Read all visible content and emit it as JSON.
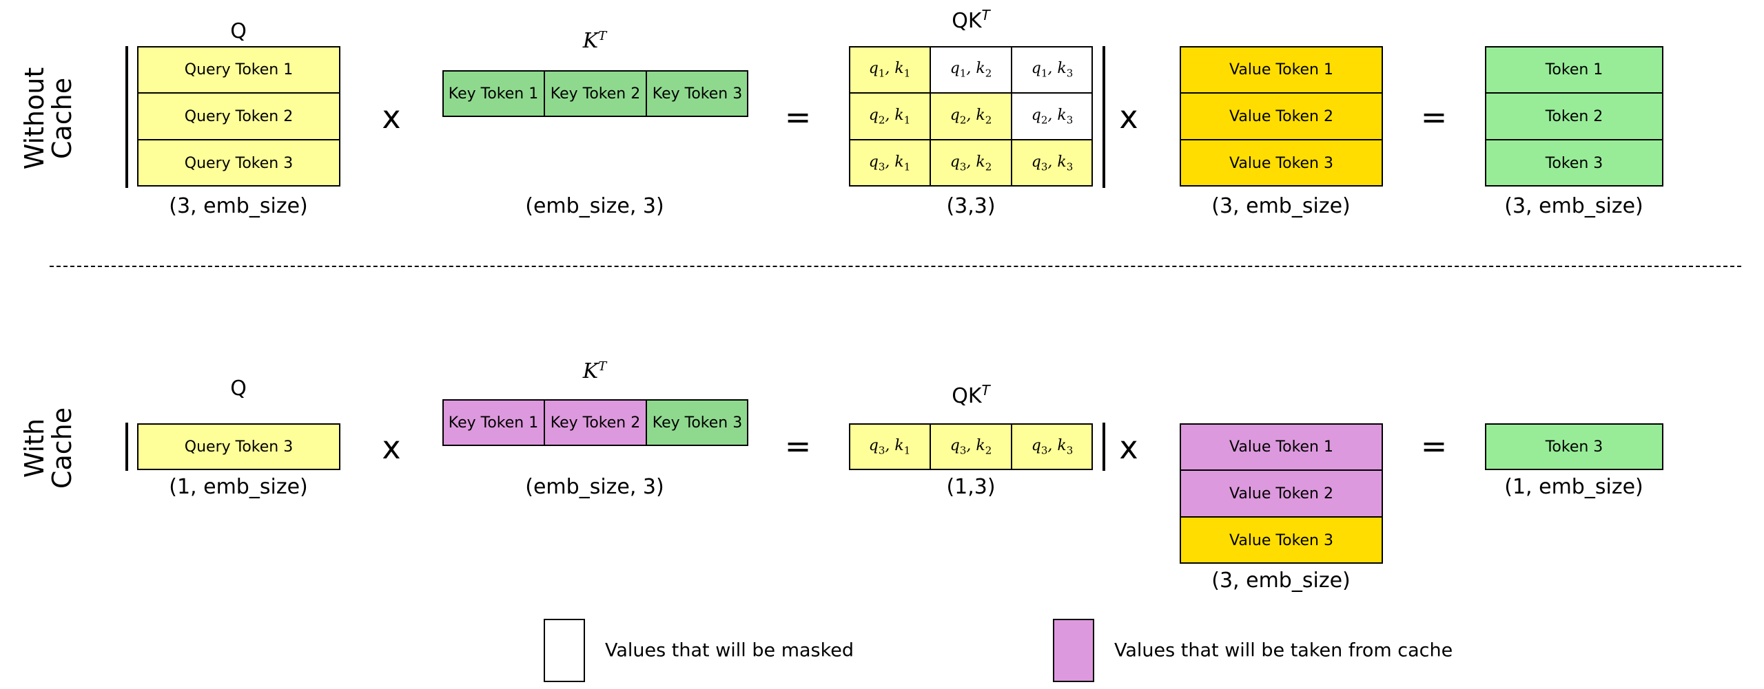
{
  "colors": {
    "query": "#ffff99",
    "key": "#8fd98f",
    "value": "#ffdd00",
    "output": "#98ec98",
    "cached": "#dd99dd",
    "masked": "#ffffff",
    "attention": "#ffff99"
  },
  "without_cache": {
    "row_label": "Without\nCache",
    "row_label_line1": "Without",
    "row_label_line2": "Cache",
    "q": {
      "title": "Q",
      "rows": [
        "Query Token 1",
        "Query Token 2",
        "Query Token 3"
      ],
      "shape": "(3, emb_size)"
    },
    "op1": "x",
    "kt": {
      "title_base": "K",
      "title_sup": "T",
      "cols": [
        {
          "label": "Key Token 1",
          "state": "key"
        },
        {
          "label": "Key Token 2",
          "state": "key"
        },
        {
          "label": "Key Token 3",
          "state": "key"
        }
      ],
      "shape": "(emb_size, 3)"
    },
    "op2": "=",
    "qk": {
      "title_base": "QK",
      "title_sup": "T",
      "cells": [
        [
          {
            "q": "1",
            "k": "1",
            "state": "attention"
          },
          {
            "q": "1",
            "k": "2",
            "state": "masked"
          },
          {
            "q": "1",
            "k": "3",
            "state": "masked"
          }
        ],
        [
          {
            "q": "2",
            "k": "1",
            "state": "attention"
          },
          {
            "q": "2",
            "k": "2",
            "state": "attention"
          },
          {
            "q": "2",
            "k": "3",
            "state": "masked"
          }
        ],
        [
          {
            "q": "3",
            "k": "1",
            "state": "attention"
          },
          {
            "q": "3",
            "k": "2",
            "state": "attention"
          },
          {
            "q": "3",
            "k": "3",
            "state": "attention"
          }
        ]
      ],
      "shape": "(3,3)"
    },
    "op3": "x",
    "v": {
      "rows": [
        {
          "label": "Value Token 1",
          "state": "value"
        },
        {
          "label": "Value Token 2",
          "state": "value"
        },
        {
          "label": "Value Token 3",
          "state": "value"
        }
      ],
      "shape": "(3, emb_size)"
    },
    "op4": "=",
    "out": {
      "rows": [
        "Token 1",
        "Token 2",
        "Token 3"
      ],
      "shape": "(3, emb_size)"
    }
  },
  "with_cache": {
    "row_label_line1": "With",
    "row_label_line2": "Cache",
    "q": {
      "title": "Q",
      "rows": [
        "Query Token 3"
      ],
      "shape": "(1, emb_size)"
    },
    "op1": "x",
    "kt": {
      "title_base": "K",
      "title_sup": "T",
      "cols": [
        {
          "label": "Key Token 1",
          "state": "cached"
        },
        {
          "label": "Key Token 2",
          "state": "cached"
        },
        {
          "label": "Key Token 3",
          "state": "key"
        }
      ],
      "shape": "(emb_size, 3)"
    },
    "op2": "=",
    "qk": {
      "title_base": "QK",
      "title_sup": "T",
      "cells": [
        [
          {
            "q": "3",
            "k": "1",
            "state": "attention"
          },
          {
            "q": "3",
            "k": "2",
            "state": "attention"
          },
          {
            "q": "3",
            "k": "3",
            "state": "attention"
          }
        ]
      ],
      "shape": "(1,3)"
    },
    "op3": "x",
    "v": {
      "rows": [
        {
          "label": "Value Token 1",
          "state": "cached"
        },
        {
          "label": "Value Token 2",
          "state": "cached"
        },
        {
          "label": "Value Token 3",
          "state": "value"
        }
      ],
      "shape": "(3, emb_size)"
    },
    "op4": "=",
    "out": {
      "rows": [
        "Token 3"
      ],
      "shape": "(1, emb_size)"
    }
  },
  "legend": [
    {
      "label": "Values that will be masked",
      "state": "masked"
    },
    {
      "label": "Values that will be taken from cache",
      "state": "cached"
    }
  ]
}
